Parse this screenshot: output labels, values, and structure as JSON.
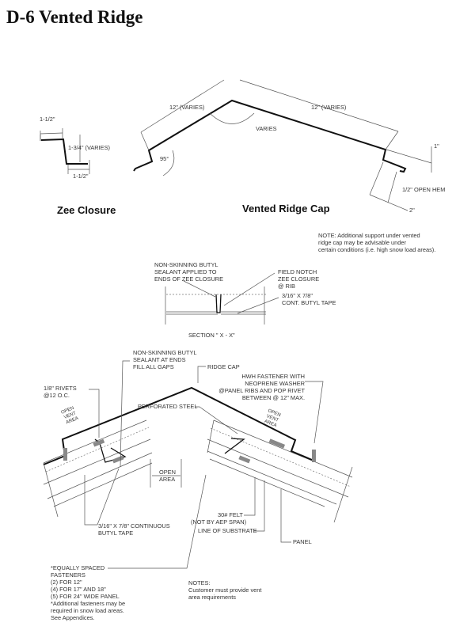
{
  "title": "D-6 Vented Ridge",
  "zee_closure": {
    "caption": "Zee Closure",
    "dim_top": "1-1/2\"",
    "dim_height": "1-3/4\" (VARIES)",
    "dim_bottom": "1-1/2\""
  },
  "ridge_cap": {
    "caption": "Vented Ridge Cap",
    "dim_left": "12\" (VARIES)",
    "dim_right": "12\" (VARIES)",
    "angle_top": "VARIES",
    "angle_left": "95°",
    "dim_1in": "1\"",
    "open_hem": "1/2\" OPEN HEM",
    "dim_2in": "2\""
  },
  "note": [
    "NOTE: Additional support under vented",
    "ridge cap may be advisable under",
    "certain conditions (i.e. high snow load areas)."
  ],
  "section": {
    "label": "SECTION \" X - X\"",
    "sealant": [
      "NON-SKINNING BUTYL",
      "SEALANT APPLIED TO",
      "ENDS OF ZEE CLOSURE"
    ],
    "notch": [
      "FIELD NOTCH",
      "ZEE CLOSURE",
      "@ RIB"
    ],
    "tape": [
      "3/16\" X 7/8\"",
      "CONT. BUTYL TAPE"
    ]
  },
  "detail": {
    "sealant": [
      "NON-SKINNING BUTYL",
      "SEALANT AT ENDS",
      "FILL ALL GAPS"
    ],
    "ridge_cap": "RIDGE CAP",
    "rivets": [
      "1/8\" RIVETS",
      "@12 O.C."
    ],
    "hwh": [
      "HWH FASTENER WITH",
      "NEOPRENE WASHER",
      "@PANEL RIBS AND POP RIVET",
      "BETWEEN @ 12\" MAX."
    ],
    "perforated": "PERFORATED STEEL",
    "open_vent_area": [
      "OPEN",
      "VENT",
      "AREA"
    ],
    "open_area": [
      "OPEN",
      "AREA"
    ],
    "butyl_tape": [
      "3/16\" X 7/8\" CONTINUOUS",
      "BUTYL TAPE"
    ],
    "felt": [
      "30# FELT",
      "(NOT BY AEP SPAN)"
    ],
    "substrate": "LINE OF SUBSTRATE",
    "panel": "PANEL",
    "fasteners": [
      "*EQUALLY SPACED",
      "FASTENERS",
      "(2) FOR 12\"",
      "(4) FOR 17\" AND 18\"",
      "(5) FOR 24\" WIDE PANEL",
      "*Additional fasteners may be",
      "required in snow load areas.",
      "See Appendices."
    ],
    "notes": [
      "NOTES:",
      "Customer must provide vent",
      "area requirements"
    ]
  }
}
